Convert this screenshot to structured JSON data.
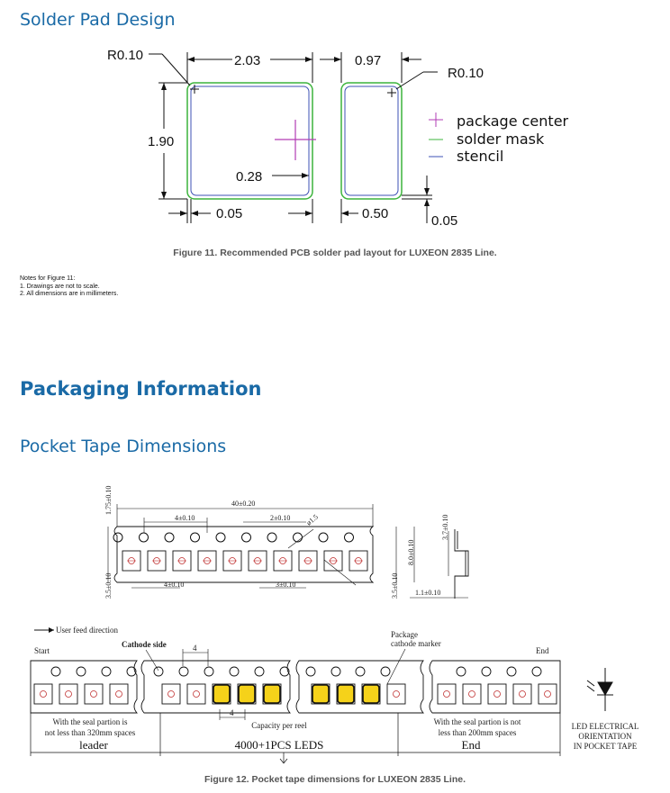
{
  "solder": {
    "title": "Solder Pad Design",
    "dims": {
      "r_left": "R0.10",
      "r_right": "R0.10",
      "w_left": "2.03",
      "w_right": "0.97",
      "height": "1.90",
      "gap": "0.28",
      "mask_left": "0.05",
      "mask_mid": "0.50",
      "mask_right": "0.05"
    },
    "legend": [
      {
        "label": "package center",
        "color": "#b23cb4"
      },
      {
        "label": "solder mask",
        "color": "#3cb43c"
      },
      {
        "label": "stencil",
        "color": "#3c50b4"
      }
    ],
    "caption": "Figure 11. Recommended PCB solder pad layout for LUXEON 2835 Line.",
    "notes_title": "Notes for Figure 11:",
    "notes": [
      "1.  Drawings are not to scale.",
      "2.  All dimensions are in millimeters."
    ]
  },
  "packaging": {
    "title": "Packaging Information",
    "subtitle": "Pocket Tape Dimensions",
    "tape_dims": {
      "total": "40±0.20",
      "pitch_hole": "4±0.10",
      "half": "2±0.10",
      "dia": "ø1.5",
      "pocket": "4±0.10",
      "pocket2": "3±0.10",
      "edge": "1.75±0.10",
      "side": "3.5±0.10",
      "width": "8.0±0.10",
      "side2": "3.5±0.10",
      "depth": "3.7±0.10",
      "thick": "1.1±0.10"
    },
    "feed": "User feed direction",
    "start": "Start",
    "end": "End",
    "cathode_side": "Cathode side",
    "pkg_marker_1": "Package",
    "pkg_marker_2": "cathode marker",
    "pitch_top": "4",
    "pitch_bottom": "4",
    "seal_left_1": "With the seal partion is",
    "seal_left_2": "not less than 320mm spaces",
    "leader": "leader",
    "capacity": "Capacity per reel",
    "leds": "4000+1PCS LEDS",
    "seal_right_1": "With the seal partion is not",
    "seal_right_2": "less than 200mm spaces",
    "end_label": "End",
    "orient_1": "LED ELECTRICAL",
    "orient_2": "ORIENTATION",
    "orient_3": "IN POCKET TAPE",
    "caption": "Figure 12. Pocket tape dimensions for LUXEON 2835 Line."
  }
}
